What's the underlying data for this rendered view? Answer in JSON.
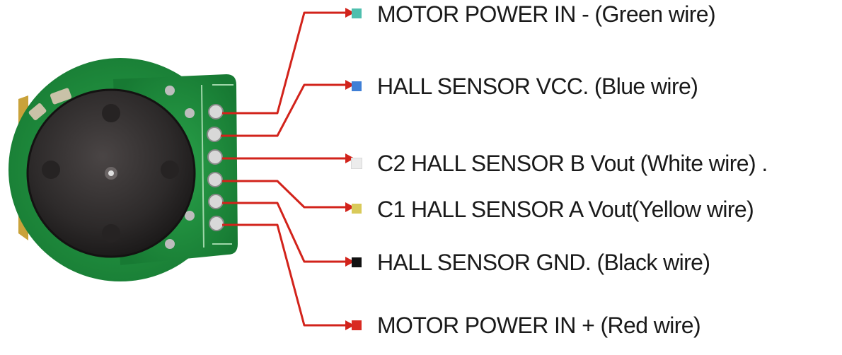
{
  "pins": [
    {
      "label": "MOTOR POWER IN - (Green wire)",
      "color": "#4fbfae"
    },
    {
      "label": "HALL SENSOR VCC. (Blue wire)",
      "color": "#3f7fd6"
    },
    {
      "label": "C2 HALL SENSOR B Vout (White wire) .",
      "color": "#ececec"
    },
    {
      "label": "C1 HALL SENSOR A Vout(Yellow wire)",
      "color": "#d9ca5a"
    },
    {
      "label": "HALL SENSOR GND. (Black wire)",
      "color": "#111111"
    },
    {
      "label": "MOTOR POWER IN + (Red wire)",
      "color": "#d92a22"
    }
  ],
  "arrow_color": "#d2231b",
  "board_color": "#1f8a3c",
  "motor_color": "#2d2a2a"
}
